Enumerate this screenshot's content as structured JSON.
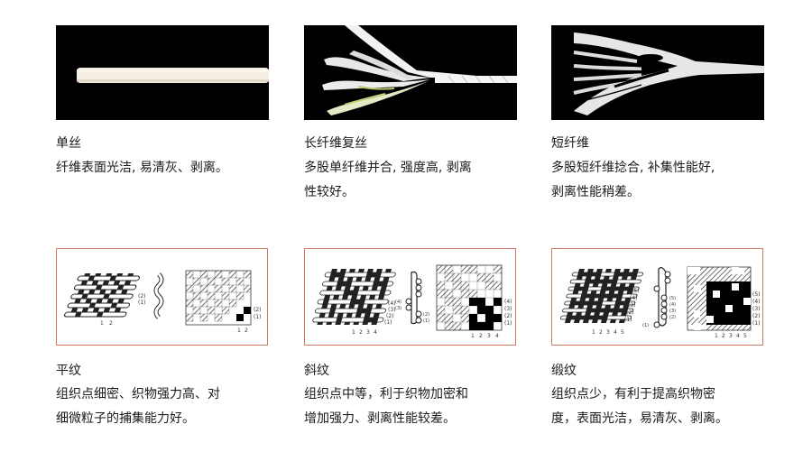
{
  "fibers": [
    {
      "title": "单丝",
      "lines": [
        "纤维表面光洁, 易清灰、剥离。"
      ],
      "image": "monofilament-photo"
    },
    {
      "title": "长纤维复丝",
      "lines": [
        "多股单纤维并合, 强度高, 剥离",
        "性较好。"
      ],
      "image": "multifilament-photo"
    },
    {
      "title": "短纤维",
      "lines": [
        "多股短纤维捻合, 补集性能好,",
        "剥离性能稍差。"
      ],
      "image": "staple-fiber-photo"
    }
  ],
  "weaves": [
    {
      "title": "平纹",
      "lines": [
        "组织点细密、织物强力高、对",
        "细微粒子的捕集能力好。"
      ],
      "image": "plain-weave-diagram",
      "labels": {
        "weft": [
          "(2)",
          "(1)"
        ],
        "warp": [
          "1",
          "2"
        ]
      }
    },
    {
      "title": "斜纹",
      "lines": [
        "组织点中等，利于织物加密和",
        "增加强力、剥离性能较差。"
      ],
      "image": "twill-weave-diagram",
      "labels": {
        "weft": [
          "(4)",
          "(3)",
          "(2)",
          "(1)"
        ],
        "warp": [
          "1",
          "2",
          "3",
          "4"
        ]
      }
    },
    {
      "title": "缎纹",
      "lines": [
        "组织点少，有利于提高织物密",
        "度，表面光洁，易清灰、剥离。"
      ],
      "image": "satin-weave-diagram",
      "labels": {
        "weft": [
          "(5)",
          "(4)",
          "(3)",
          "(2)",
          "(1)"
        ],
        "warp": [
          "1",
          "2",
          "3",
          "4",
          "5"
        ]
      }
    }
  ],
  "colors": {
    "diagram_border": "#d27a62",
    "photo_bg": "#000000",
    "text": "#1a1a1a"
  }
}
